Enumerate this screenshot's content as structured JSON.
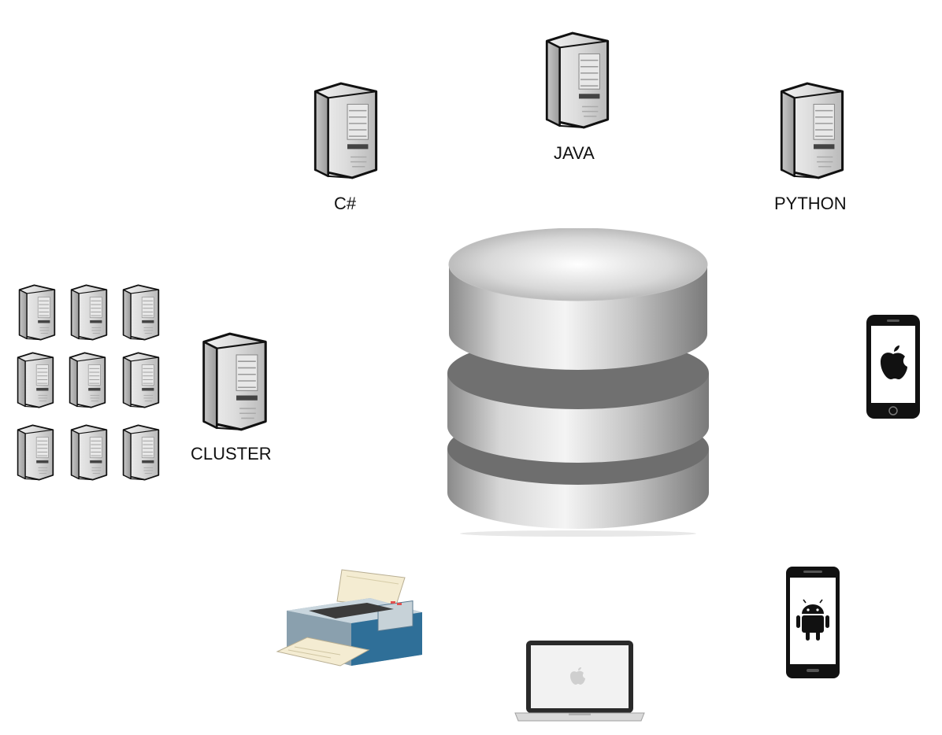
{
  "diagram": {
    "nodes": [
      {
        "id": "server-csharp",
        "icon": "server-icon",
        "label": "C#"
      },
      {
        "id": "server-java",
        "icon": "server-icon",
        "label": "JAVA"
      },
      {
        "id": "server-python",
        "icon": "server-icon",
        "label": "PYTHON"
      },
      {
        "id": "server-cluster",
        "icon": "server-icon",
        "label": "CLUSTER"
      },
      {
        "id": "database",
        "icon": "database-icon"
      },
      {
        "id": "iphone",
        "icon": "apple-phone-icon"
      },
      {
        "id": "android-phone",
        "icon": "android-phone-icon"
      },
      {
        "id": "printer",
        "icon": "printer-icon"
      },
      {
        "id": "laptop",
        "icon": "laptop-icon"
      }
    ],
    "cluster_grid": {
      "rows": 3,
      "cols": 3,
      "icon": "server-icon"
    }
  },
  "colors": {
    "server_body": "#d6d6d6",
    "outline": "#111111",
    "database_metal": "#b0b0b0"
  }
}
